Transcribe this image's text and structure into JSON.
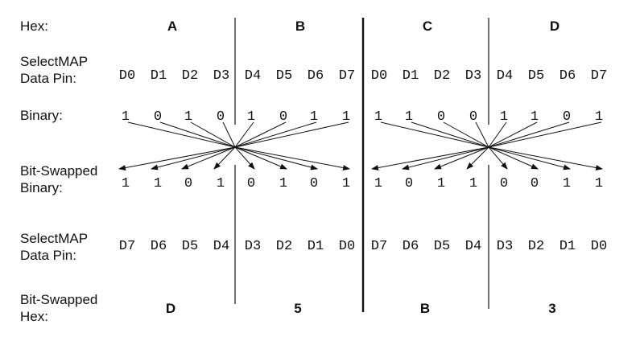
{
  "row_labels": {
    "hex": "Hex:",
    "pin1_a": "SelectMAP",
    "pin1_b": "Data Pin:",
    "binary": "Binary:",
    "swapped_a": "Bit-Swapped",
    "swapped_b": "Binary:",
    "pin2_a": "SelectMAP",
    "pin2_b": "Data Pin:",
    "swhex_a": "Bit-Swapped",
    "swhex_b": "Hex:"
  },
  "hex_top": [
    "A",
    "B",
    "C",
    "D"
  ],
  "hex_bottom": [
    "D",
    "5",
    "B",
    "3"
  ],
  "pins_top": [
    "D0",
    "D1",
    "D2",
    "D3",
    "D4",
    "D5",
    "D6",
    "D7",
    "D0",
    "D1",
    "D2",
    "D3",
    "D4",
    "D5",
    "D6",
    "D7"
  ],
  "binary": [
    "1",
    "0",
    "1",
    "0",
    "1",
    "0",
    "1",
    "1",
    "1",
    "1",
    "0",
    "0",
    "1",
    "1",
    "0",
    "1"
  ],
  "binary_swapped": [
    "1",
    "1",
    "0",
    "1",
    "0",
    "1",
    "0",
    "1",
    "1",
    "0",
    "1",
    "1",
    "0",
    "0",
    "1",
    "1"
  ],
  "pins_bottom": [
    "D7",
    "D6",
    "D5",
    "D4",
    "D3",
    "D2",
    "D1",
    "D0",
    "D7",
    "D6",
    "D5",
    "D4",
    "D3",
    "D2",
    "D1",
    "D0"
  ]
}
